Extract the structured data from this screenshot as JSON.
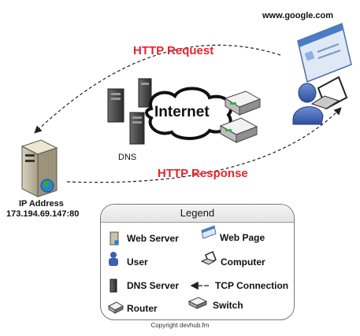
{
  "labels": {
    "google": "www.google.com",
    "http_request": "HTTP Request",
    "http_response": "HTTP Response",
    "internet": "Internet",
    "dns": "DNS",
    "ip_title": "IP Address",
    "ip_value": "173.194.69.147:80"
  },
  "legend": {
    "title": "Legend",
    "web_server": "Web Server",
    "web_page": "Web Page",
    "user": "User",
    "computer": "Computer",
    "dns_server": "DNS Server",
    "tcp_connection": "TCP Connection",
    "router": "Router",
    "switch": "Switch"
  },
  "copyright": "Copyright devhub.fm",
  "colors": {
    "http_text": "#e8232d",
    "arrow": "#222222"
  }
}
